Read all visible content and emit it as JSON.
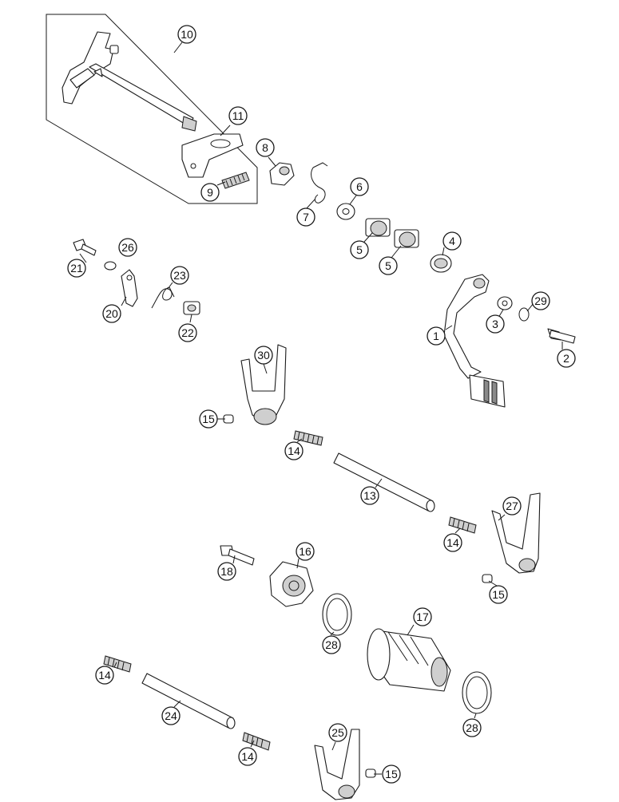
{
  "colors": {
    "line": "#1a1a1a",
    "fill": "#ffffff",
    "shade": "#cfcfcf"
  },
  "callouts": [
    {
      "label": "10"
    },
    {
      "label": "11"
    },
    {
      "label": "8"
    },
    {
      "label": "9"
    },
    {
      "label": "7"
    },
    {
      "label": "6"
    },
    {
      "label": "5"
    },
    {
      "label": "5"
    },
    {
      "label": "4"
    },
    {
      "label": "26"
    },
    {
      "label": "21"
    },
    {
      "label": "23"
    },
    {
      "label": "20"
    },
    {
      "label": "22"
    },
    {
      "label": "29"
    },
    {
      "label": "3"
    },
    {
      "label": "1"
    },
    {
      "label": "2"
    },
    {
      "label": "30"
    },
    {
      "label": "15"
    },
    {
      "label": "14"
    },
    {
      "label": "13"
    },
    {
      "label": "27"
    },
    {
      "label": "14"
    },
    {
      "label": "16"
    },
    {
      "label": "18"
    },
    {
      "label": "15"
    },
    {
      "label": "17"
    },
    {
      "label": "28"
    },
    {
      "label": "14"
    },
    {
      "label": "28"
    },
    {
      "label": "24"
    },
    {
      "label": "25"
    },
    {
      "label": "14"
    },
    {
      "label": "15"
    }
  ]
}
